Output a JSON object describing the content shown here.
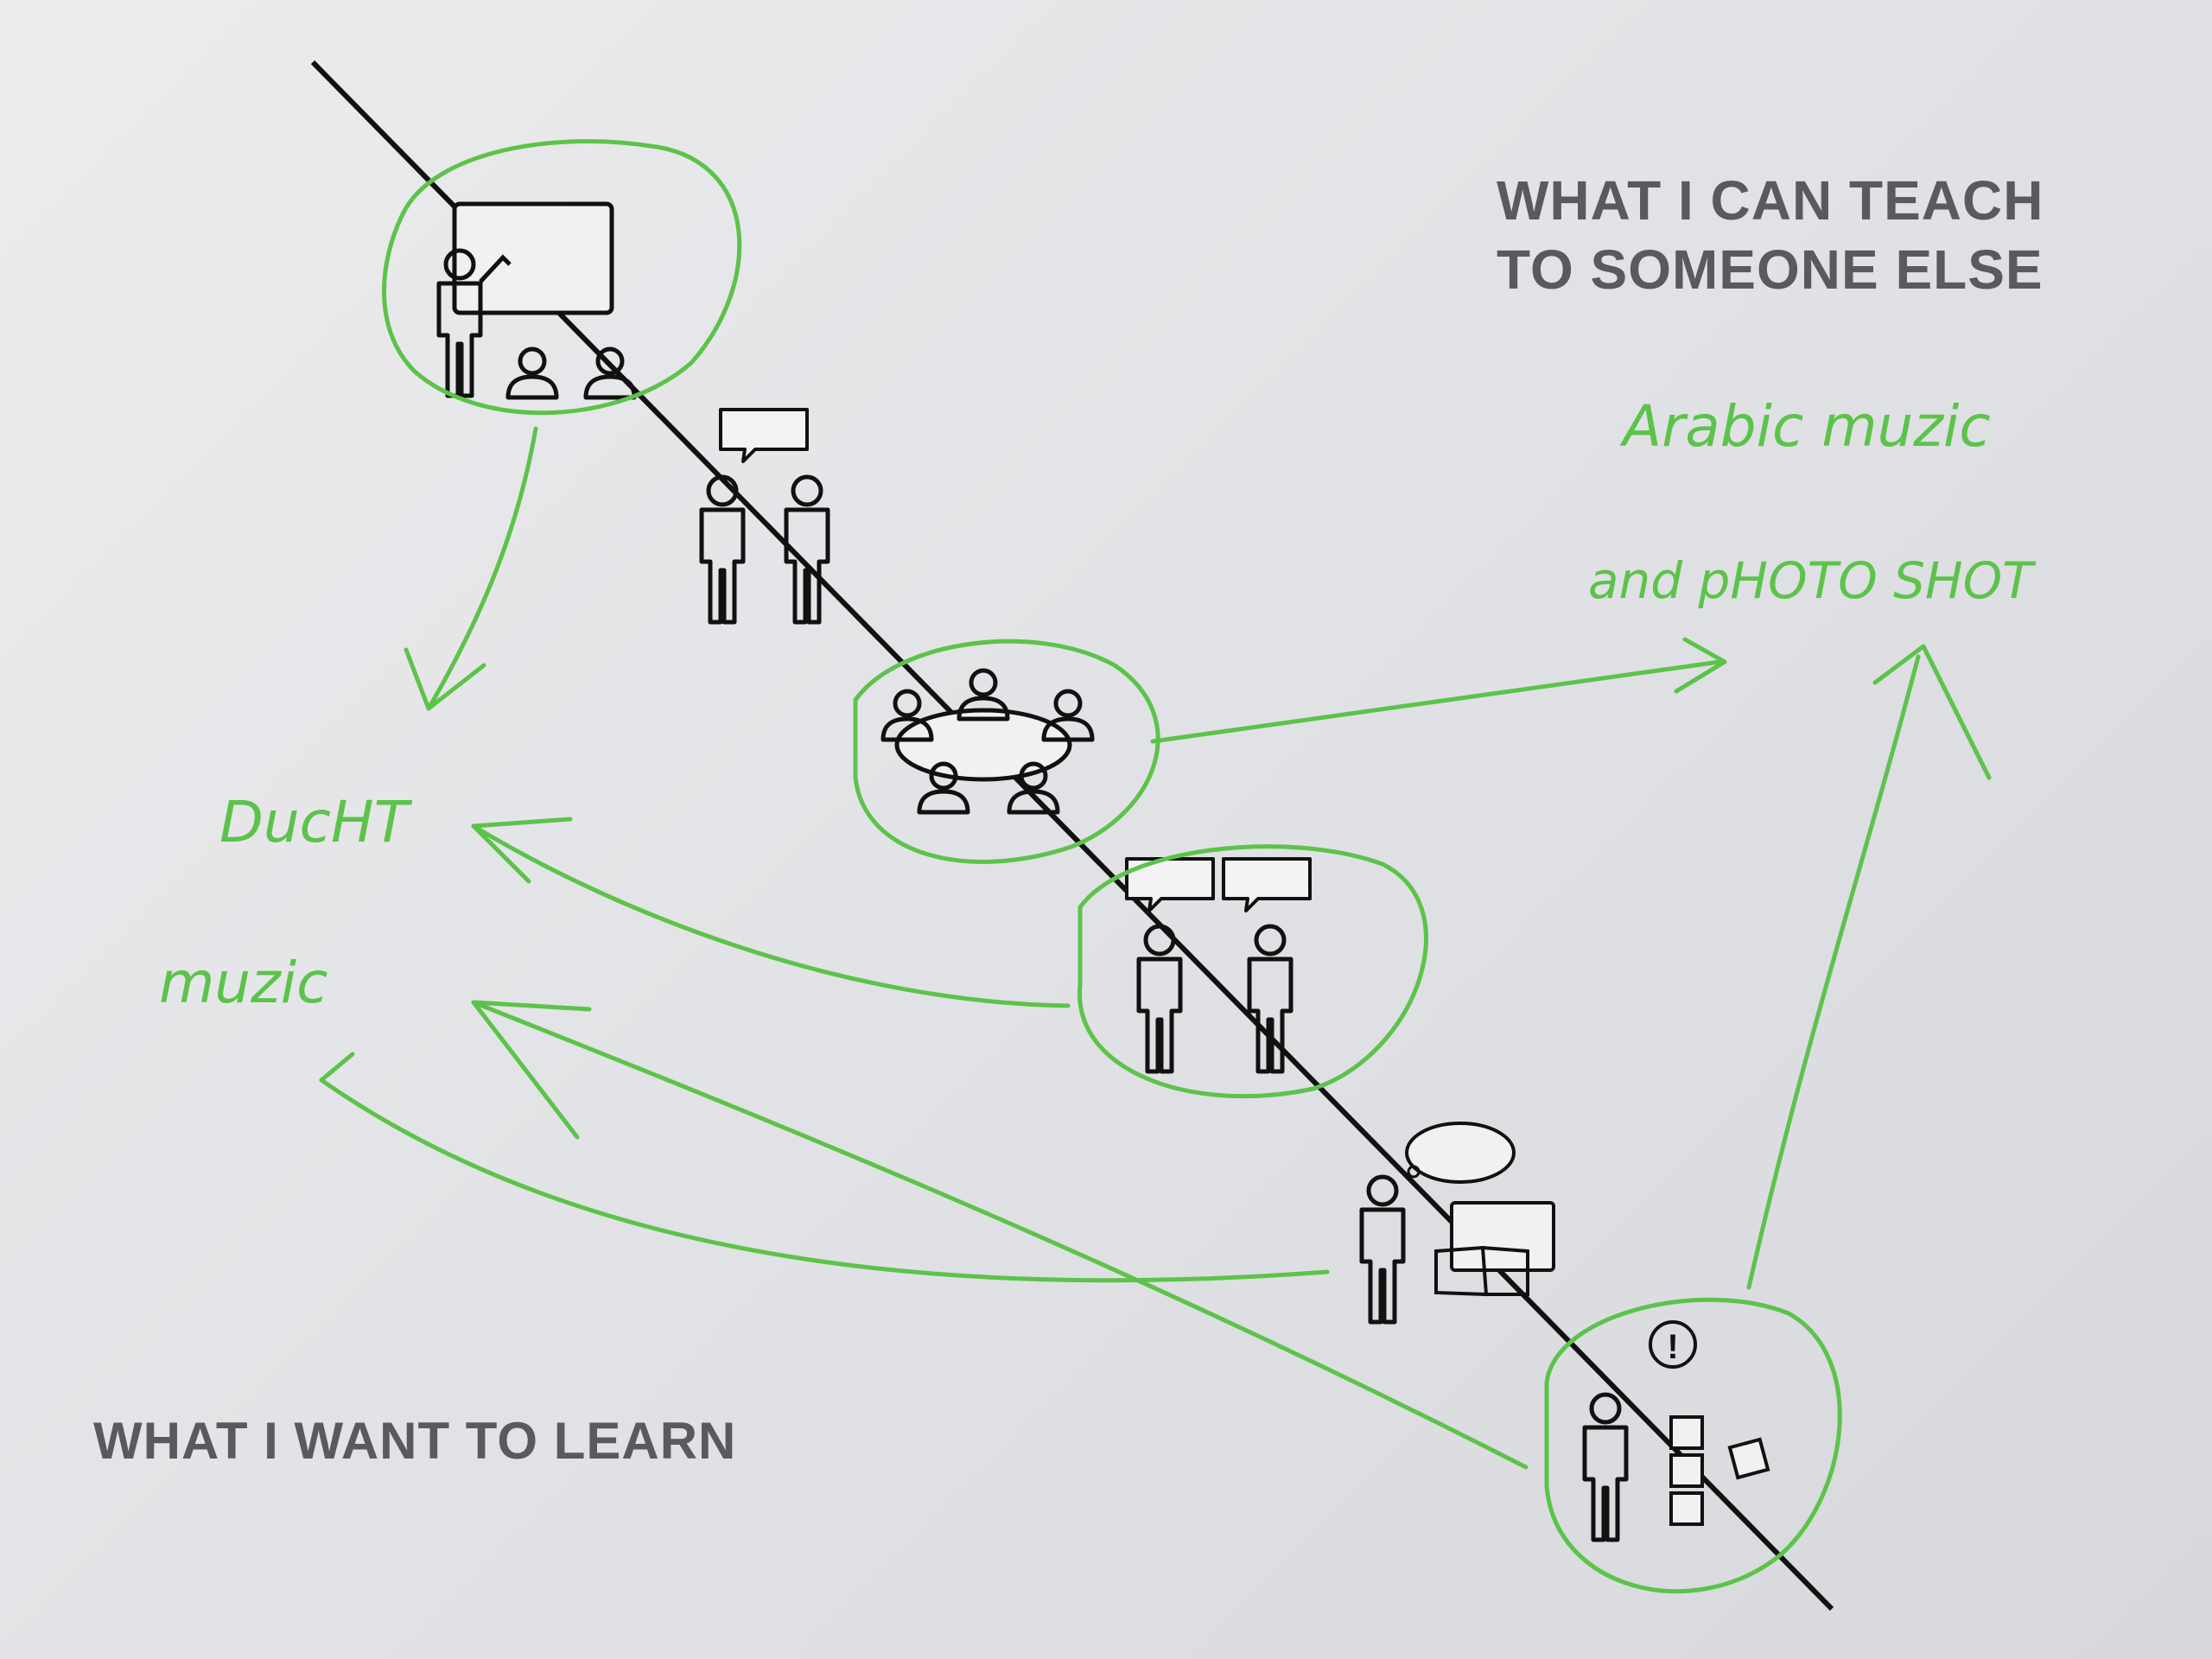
{
  "labels": {
    "teach_line1": "WHAT I CAN TEACH",
    "teach_line2": "TO SOMEONE ELSE",
    "learn": "WHAT I WANT TO LEARN"
  },
  "handwritten": {
    "teach_item1": "Arabic muzic",
    "teach_item2": "and pHOTO SHOT",
    "learn_item1": "DucHT",
    "learn_item2": "muzic"
  },
  "icons": [
    "presenter-at-board-icon",
    "two-people-conversation-icon",
    "round-table-meeting-icon",
    "two-people-discussing-icon",
    "person-reading-and-thinking-icon",
    "person-with-idea-and-notes-icon"
  ],
  "colors": {
    "ink": "#111111",
    "marker_green": "#5cc34a",
    "print_gray": "#5a5a5e",
    "paper": "#e4e5e8"
  }
}
